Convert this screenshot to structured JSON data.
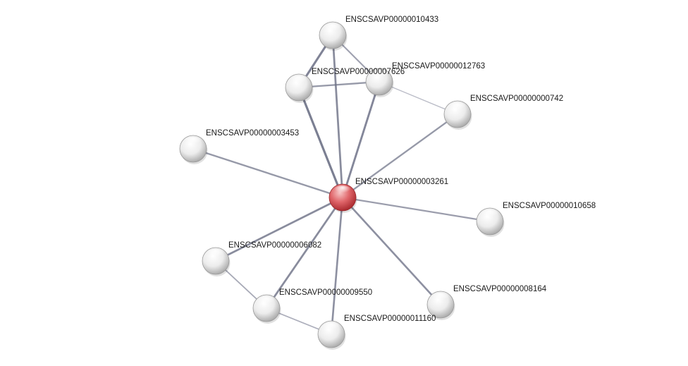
{
  "network": {
    "nodes": [
      {
        "id": "3261",
        "label": "ENSCSAVP00000003261",
        "highlight": true
      },
      {
        "id": "10433",
        "label": "ENSCSAVP00000010433",
        "highlight": false
      },
      {
        "id": "7626",
        "label": "ENSCSAVP00000007626",
        "highlight": false
      },
      {
        "id": "12763",
        "label": "ENSCSAVP00000012763",
        "highlight": false
      },
      {
        "id": "742",
        "label": "ENSCSAVP00000000742",
        "highlight": false
      },
      {
        "id": "3453",
        "label": "ENSCSAVP00000003453",
        "highlight": false
      },
      {
        "id": "10658",
        "label": "ENSCSAVP00000010658",
        "highlight": false
      },
      {
        "id": "6082",
        "label": "ENSCSAVP00000006082",
        "highlight": false
      },
      {
        "id": "9550",
        "label": "ENSCSAVP00000009550",
        "highlight": false
      },
      {
        "id": "8164",
        "label": "ENSCSAVP00000008164",
        "highlight": false
      },
      {
        "id": "11160",
        "label": "ENSCSAVP00000011160",
        "highlight": false
      }
    ],
    "edges": [
      {
        "source": "3261",
        "target": "10433",
        "strength": 0.75
      },
      {
        "source": "3261",
        "target": "7626",
        "strength": 0.9
      },
      {
        "source": "3261",
        "target": "12763",
        "strength": 0.8
      },
      {
        "source": "3261",
        "target": "742",
        "strength": 0.6
      },
      {
        "source": "3261",
        "target": "3453",
        "strength": 0.6
      },
      {
        "source": "3261",
        "target": "10658",
        "strength": 0.55
      },
      {
        "source": "3261",
        "target": "6082",
        "strength": 0.75
      },
      {
        "source": "3261",
        "target": "9550",
        "strength": 0.75
      },
      {
        "source": "3261",
        "target": "8164",
        "strength": 0.7
      },
      {
        "source": "3261",
        "target": "11160",
        "strength": 0.7
      },
      {
        "source": "10433",
        "target": "7626",
        "strength": 0.85
      },
      {
        "source": "10433",
        "target": "12763",
        "strength": 0.5
      },
      {
        "source": "7626",
        "target": "12763",
        "strength": 0.6
      },
      {
        "source": "12763",
        "target": "742",
        "strength": 0.2
      },
      {
        "source": "6082",
        "target": "9550",
        "strength": 0.4
      },
      {
        "source": "9550",
        "target": "11160",
        "strength": 0.35
      }
    ]
  },
  "colors": {
    "edge": "#6b6f85",
    "node_default": "#d9d9d9",
    "node_highlight": "#d9534f",
    "background": "#ffffff"
  }
}
